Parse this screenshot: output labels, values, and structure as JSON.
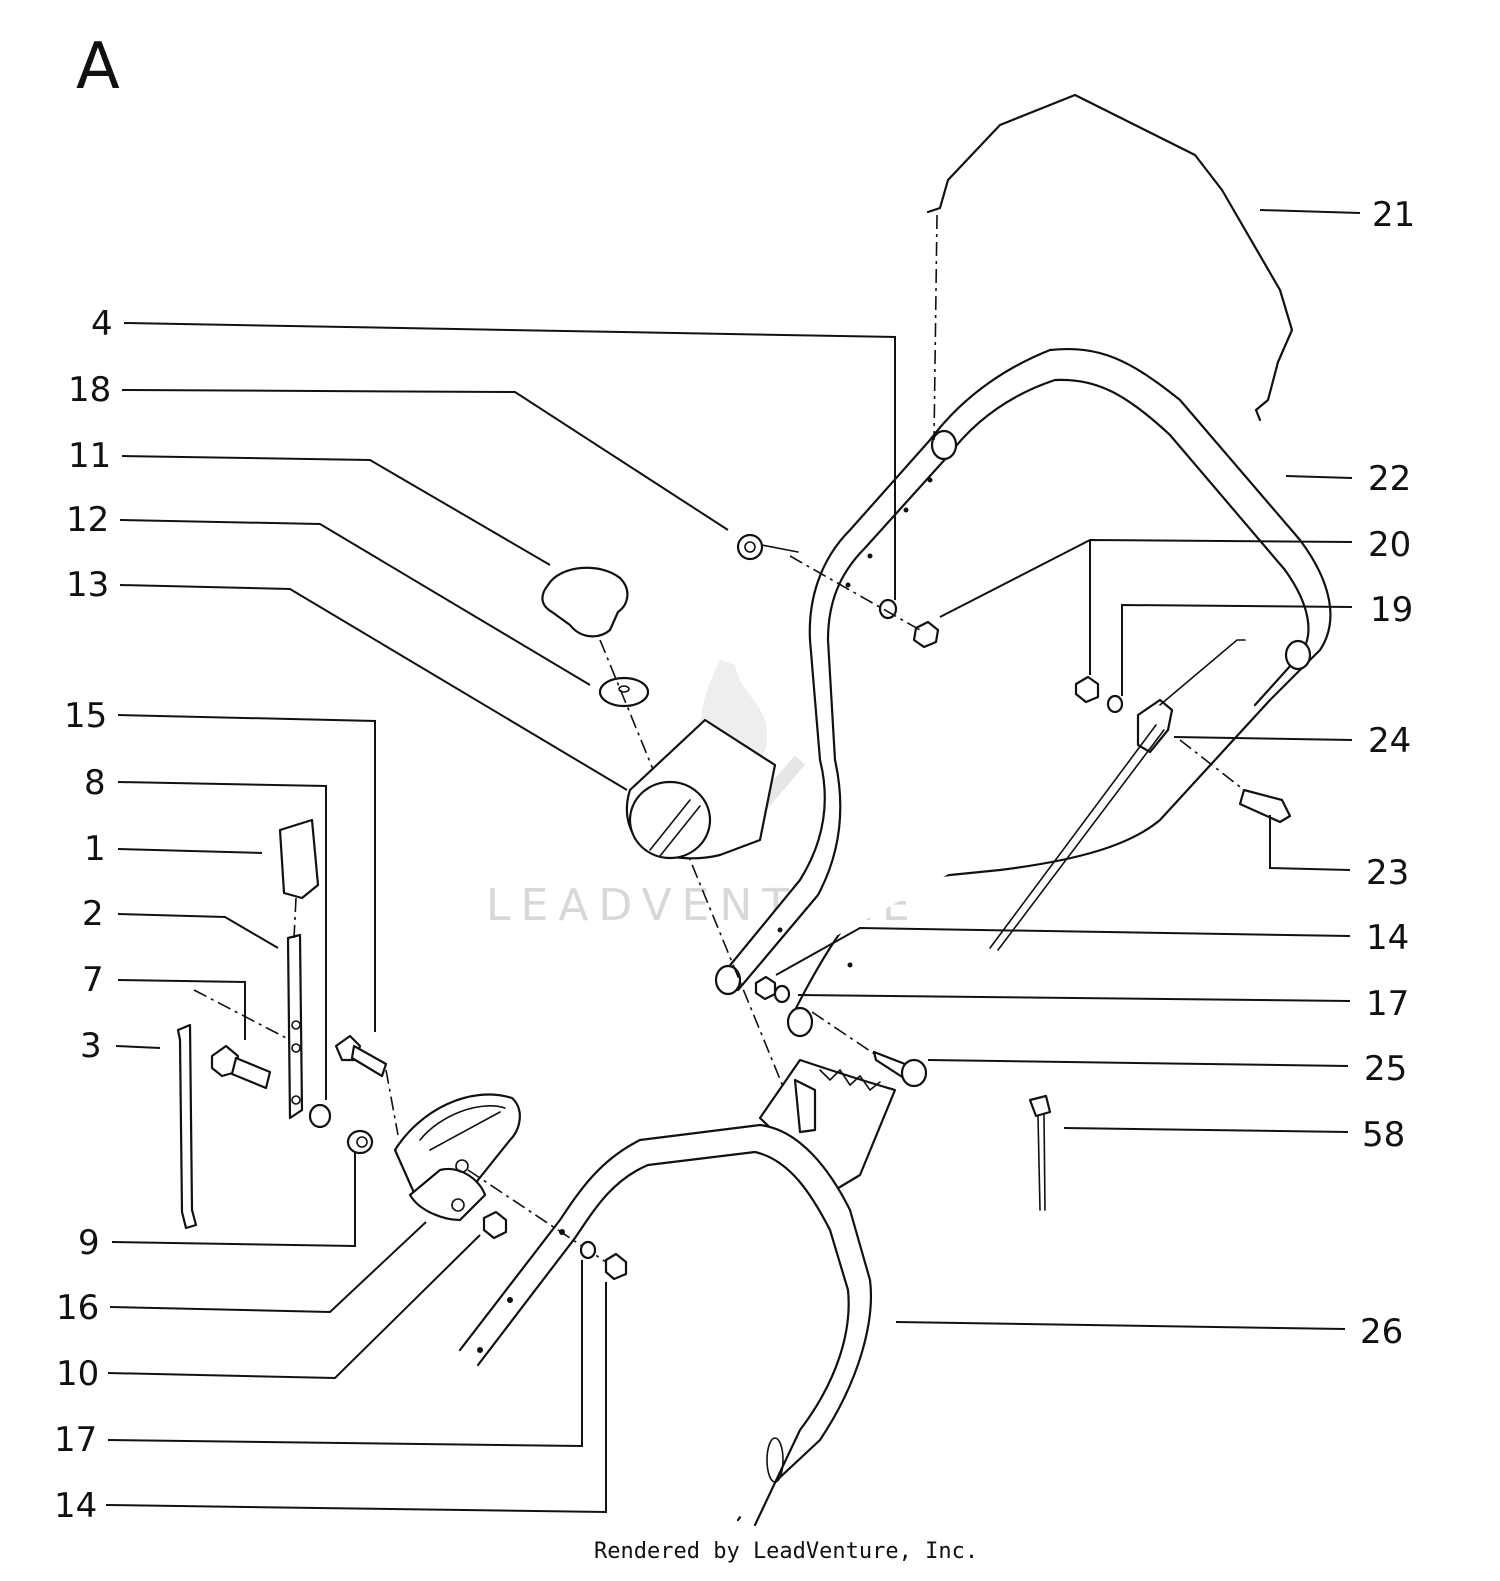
{
  "diagram": {
    "section_label": "A",
    "watermark": "LEADVENTURE",
    "credit": "Rendered by LeadVenture, Inc.",
    "callouts": {
      "c4": "4",
      "c18": "18",
      "c11": "11",
      "c12": "12",
      "c13": "13",
      "c15": "15",
      "c8": "8",
      "c1": "1",
      "c2": "2",
      "c7": "7",
      "c3": "3",
      "c9": "9",
      "c16": "16",
      "c10": "10",
      "c17b": "17",
      "c14b": "14",
      "c21": "21",
      "c22": "22",
      "c20": "20",
      "c19": "19",
      "c24": "24",
      "c23": "23",
      "c14": "14",
      "c17": "17",
      "c25": "25",
      "c58": "58",
      "c26": "26"
    }
  }
}
